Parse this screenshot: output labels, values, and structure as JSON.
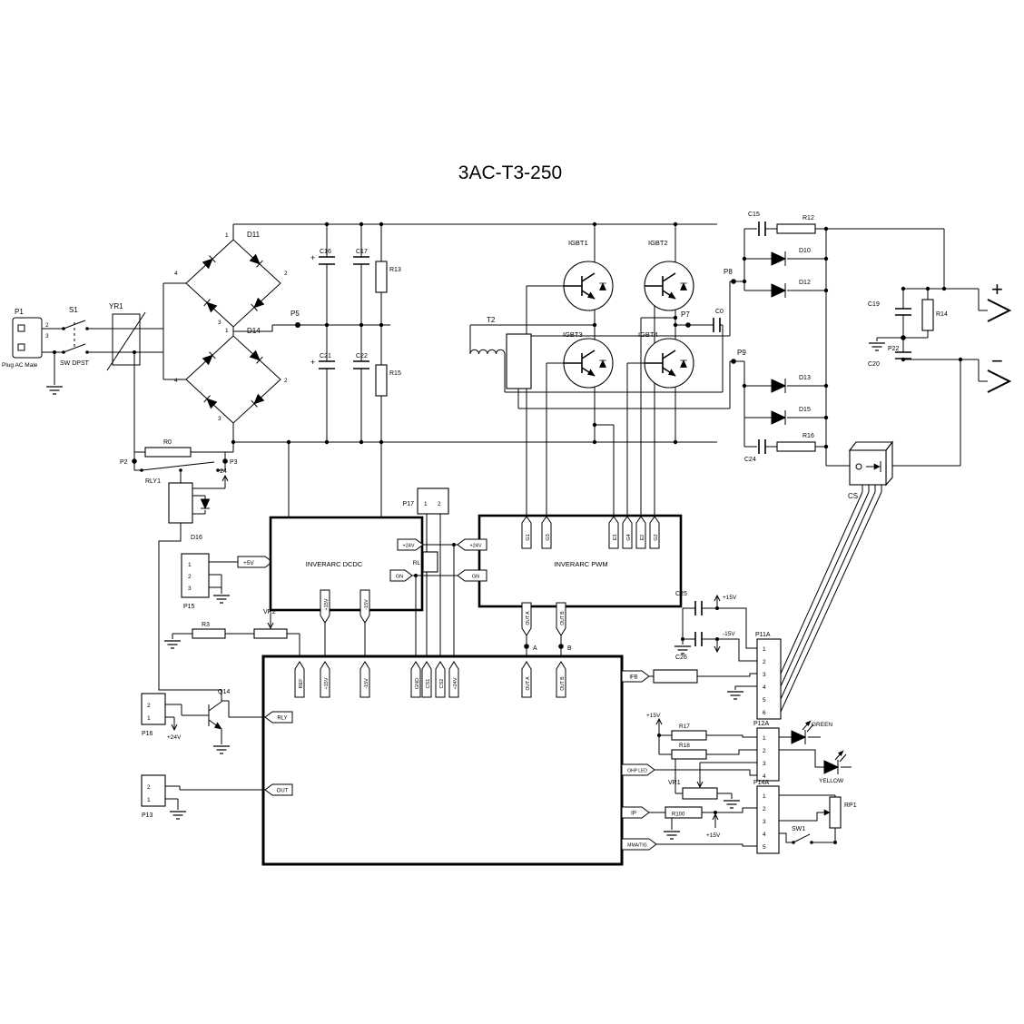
{
  "title": "3AC-T3-250",
  "input": {
    "p1": "P1",
    "pin2": "2",
    "pin3": "3",
    "plug": "Plug AC Male",
    "s1": "S1",
    "sw": "SW DPST",
    "yr1": "YR1"
  },
  "rectifier": {
    "d11": "D11",
    "d14": "D14",
    "d11_pins": [
      "1",
      "4",
      "2",
      "3"
    ],
    "d14_pins": [
      "1",
      "4",
      "2",
      "3"
    ]
  },
  "bus": {
    "plus": "+",
    "c16": "C16",
    "c17": "C17",
    "r13": "R13",
    "c21": "C21",
    "c22": "C22",
    "r15": "R15",
    "p5": "P5"
  },
  "inverter": {
    "t2": "T2",
    "igbt1": "IGBT1",
    "igbt2": "IGBT2",
    "igbt3": "IGBT3",
    "igbt4": "IGBT4",
    "p7": "P7",
    "p8": "P8",
    "p9": "P9",
    "c0": "C0"
  },
  "output": {
    "c15": "C15",
    "r12": "R12",
    "d10": "D10",
    "d12": "D12",
    "d13": "D13",
    "d15": "D15",
    "c24": "C24",
    "r16": "R16",
    "c19": "C19",
    "c20": "C20",
    "r14": "R14",
    "p22": "P22",
    "cs": "CS",
    "plus": "+",
    "minus": "−"
  },
  "relay": {
    "r0": "R0",
    "p2": "P2",
    "p3": "P3",
    "rly1": "RLY1",
    "d16": "D16",
    "plus24": "+24"
  },
  "dcdc": {
    "label": "INVERARC DCDC",
    "p15": "P15",
    "p15_pins": [
      "1",
      "2",
      "3"
    ],
    "plus5v": "+5V",
    "p17": "P17",
    "p17_pins": [
      "1",
      "2"
    ],
    "rl": "RL",
    "tag_p15v": "+15V",
    "tag_m15v": "-15V",
    "tag_24v": "+24V",
    "tag_gn": "GN"
  },
  "pwm": {
    "label": "INVERARC PWM",
    "tag_24v": "+24V",
    "tag_gn": "GN",
    "g1": "G1",
    "g3": "G3",
    "e3": "E3",
    "g4": "G4",
    "e2": "E2",
    "g2": "G2",
    "out_a": "OUT A",
    "out_b": "OUT B",
    "a": "A",
    "b": "B",
    "c25": "C25",
    "c26": "C26",
    "plus15": "+15V",
    "minus15": "-15V"
  },
  "board": {
    "ref": "REF",
    "p15v": "+15V",
    "m15v": "-15V",
    "gnd": "GND",
    "cs1": "CS1",
    "cs2": "CS2",
    "p24v": "+24V",
    "out_a": "OUT A",
    "out_b": "OUT B",
    "ifb": "IFB",
    "rly": "RLY",
    "out": "OUT",
    "ohp": "OHP LED",
    "ip": "IP",
    "mma": "MMA/TIG",
    "q14": "Q14",
    "r3": "R3",
    "vr2": "VR2",
    "p16": "P16",
    "p16_pins": [
      "2",
      "1"
    ],
    "p16_24v": "+24V",
    "p13": "P13",
    "p13_pins": [
      "2",
      "1"
    ]
  },
  "right": {
    "p11a": "P11A",
    "p11a_pins": [
      "1",
      "2",
      "3",
      "4",
      "5",
      "6"
    ],
    "p12a": "P12A",
    "p12a_pins": [
      "1",
      "2",
      "3",
      "4"
    ],
    "p14a": "P14A",
    "p14a_pins": [
      "1",
      "2",
      "3",
      "4",
      "5"
    ],
    "r17": "R17",
    "r18": "R18",
    "plus15_top": "+15V",
    "plus15_bot": "+15V",
    "vr1": "VR1",
    "r100": "R100",
    "green": "GREEN",
    "yellow": "YELLOW",
    "sw1": "SW1",
    "rp1": "RP1"
  }
}
